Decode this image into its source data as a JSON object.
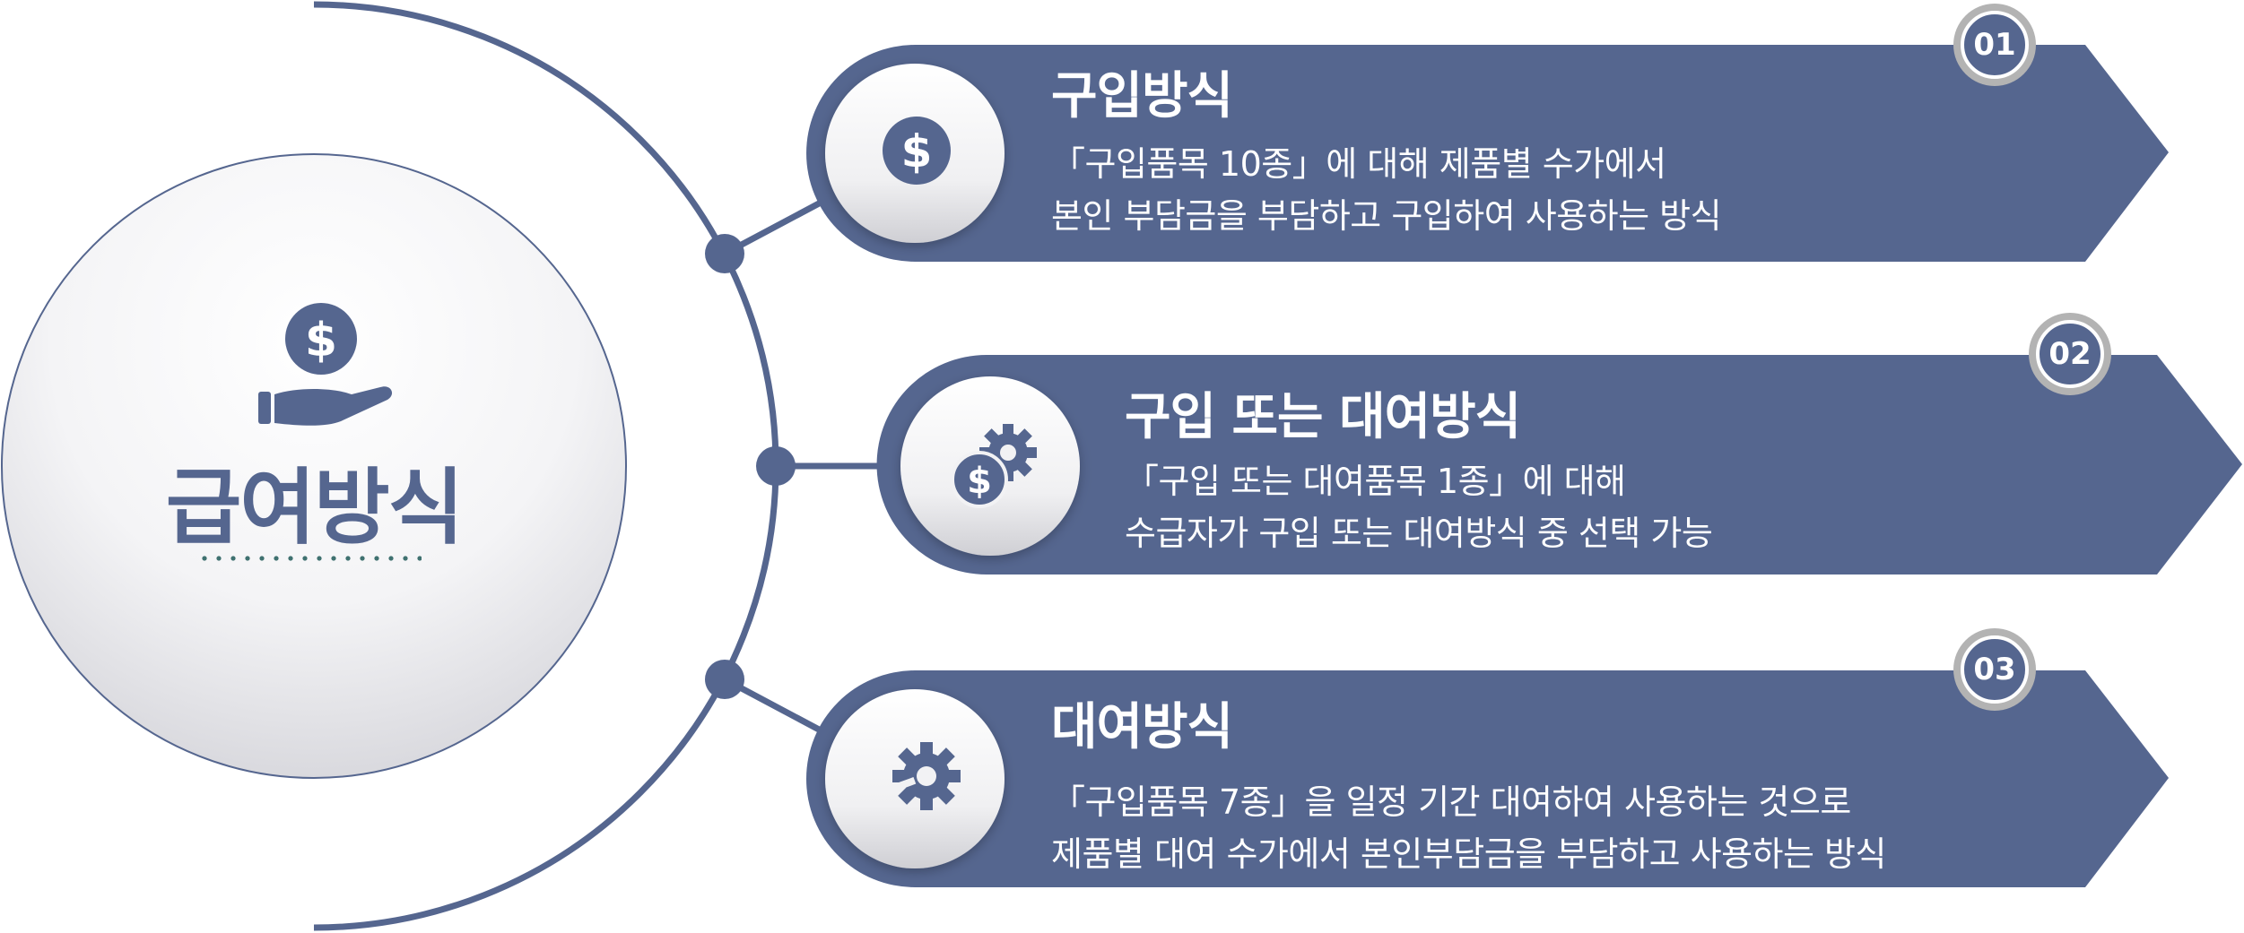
{
  "center": {
    "title": "급여방식",
    "icon": "hand-holding-coin-icon"
  },
  "items": [
    {
      "number": "01",
      "title": "구입방식",
      "lines": [
        "「구입품목 10종」에 대해 제품별 수가에서",
        "본인 부담금을 부담하고 구입하여 사용하는 방식"
      ],
      "icon": "dollar-coin-icon"
    },
    {
      "number": "02",
      "title": "구입 또는 대여방식",
      "lines": [
        "「구입 또는 대여품목 1종」에 대해",
        "수급자가 구입 또는 대여방식 중 선택 가능"
      ],
      "icon": "dollar-gear-icon"
    },
    {
      "number": "03",
      "title": "대여방식",
      "lines": [
        "「구입품목 7종」을 일정 기간 대여하여 사용하는 것으로",
        "제품별 대여 수가에서 본인부담금을 부담하고 사용하는 방식"
      ],
      "icon": "gear-icon"
    }
  ],
  "colors": {
    "primary": "#55668f",
    "badge_ring": "#b3b3b3",
    "white": "#ffffff"
  }
}
